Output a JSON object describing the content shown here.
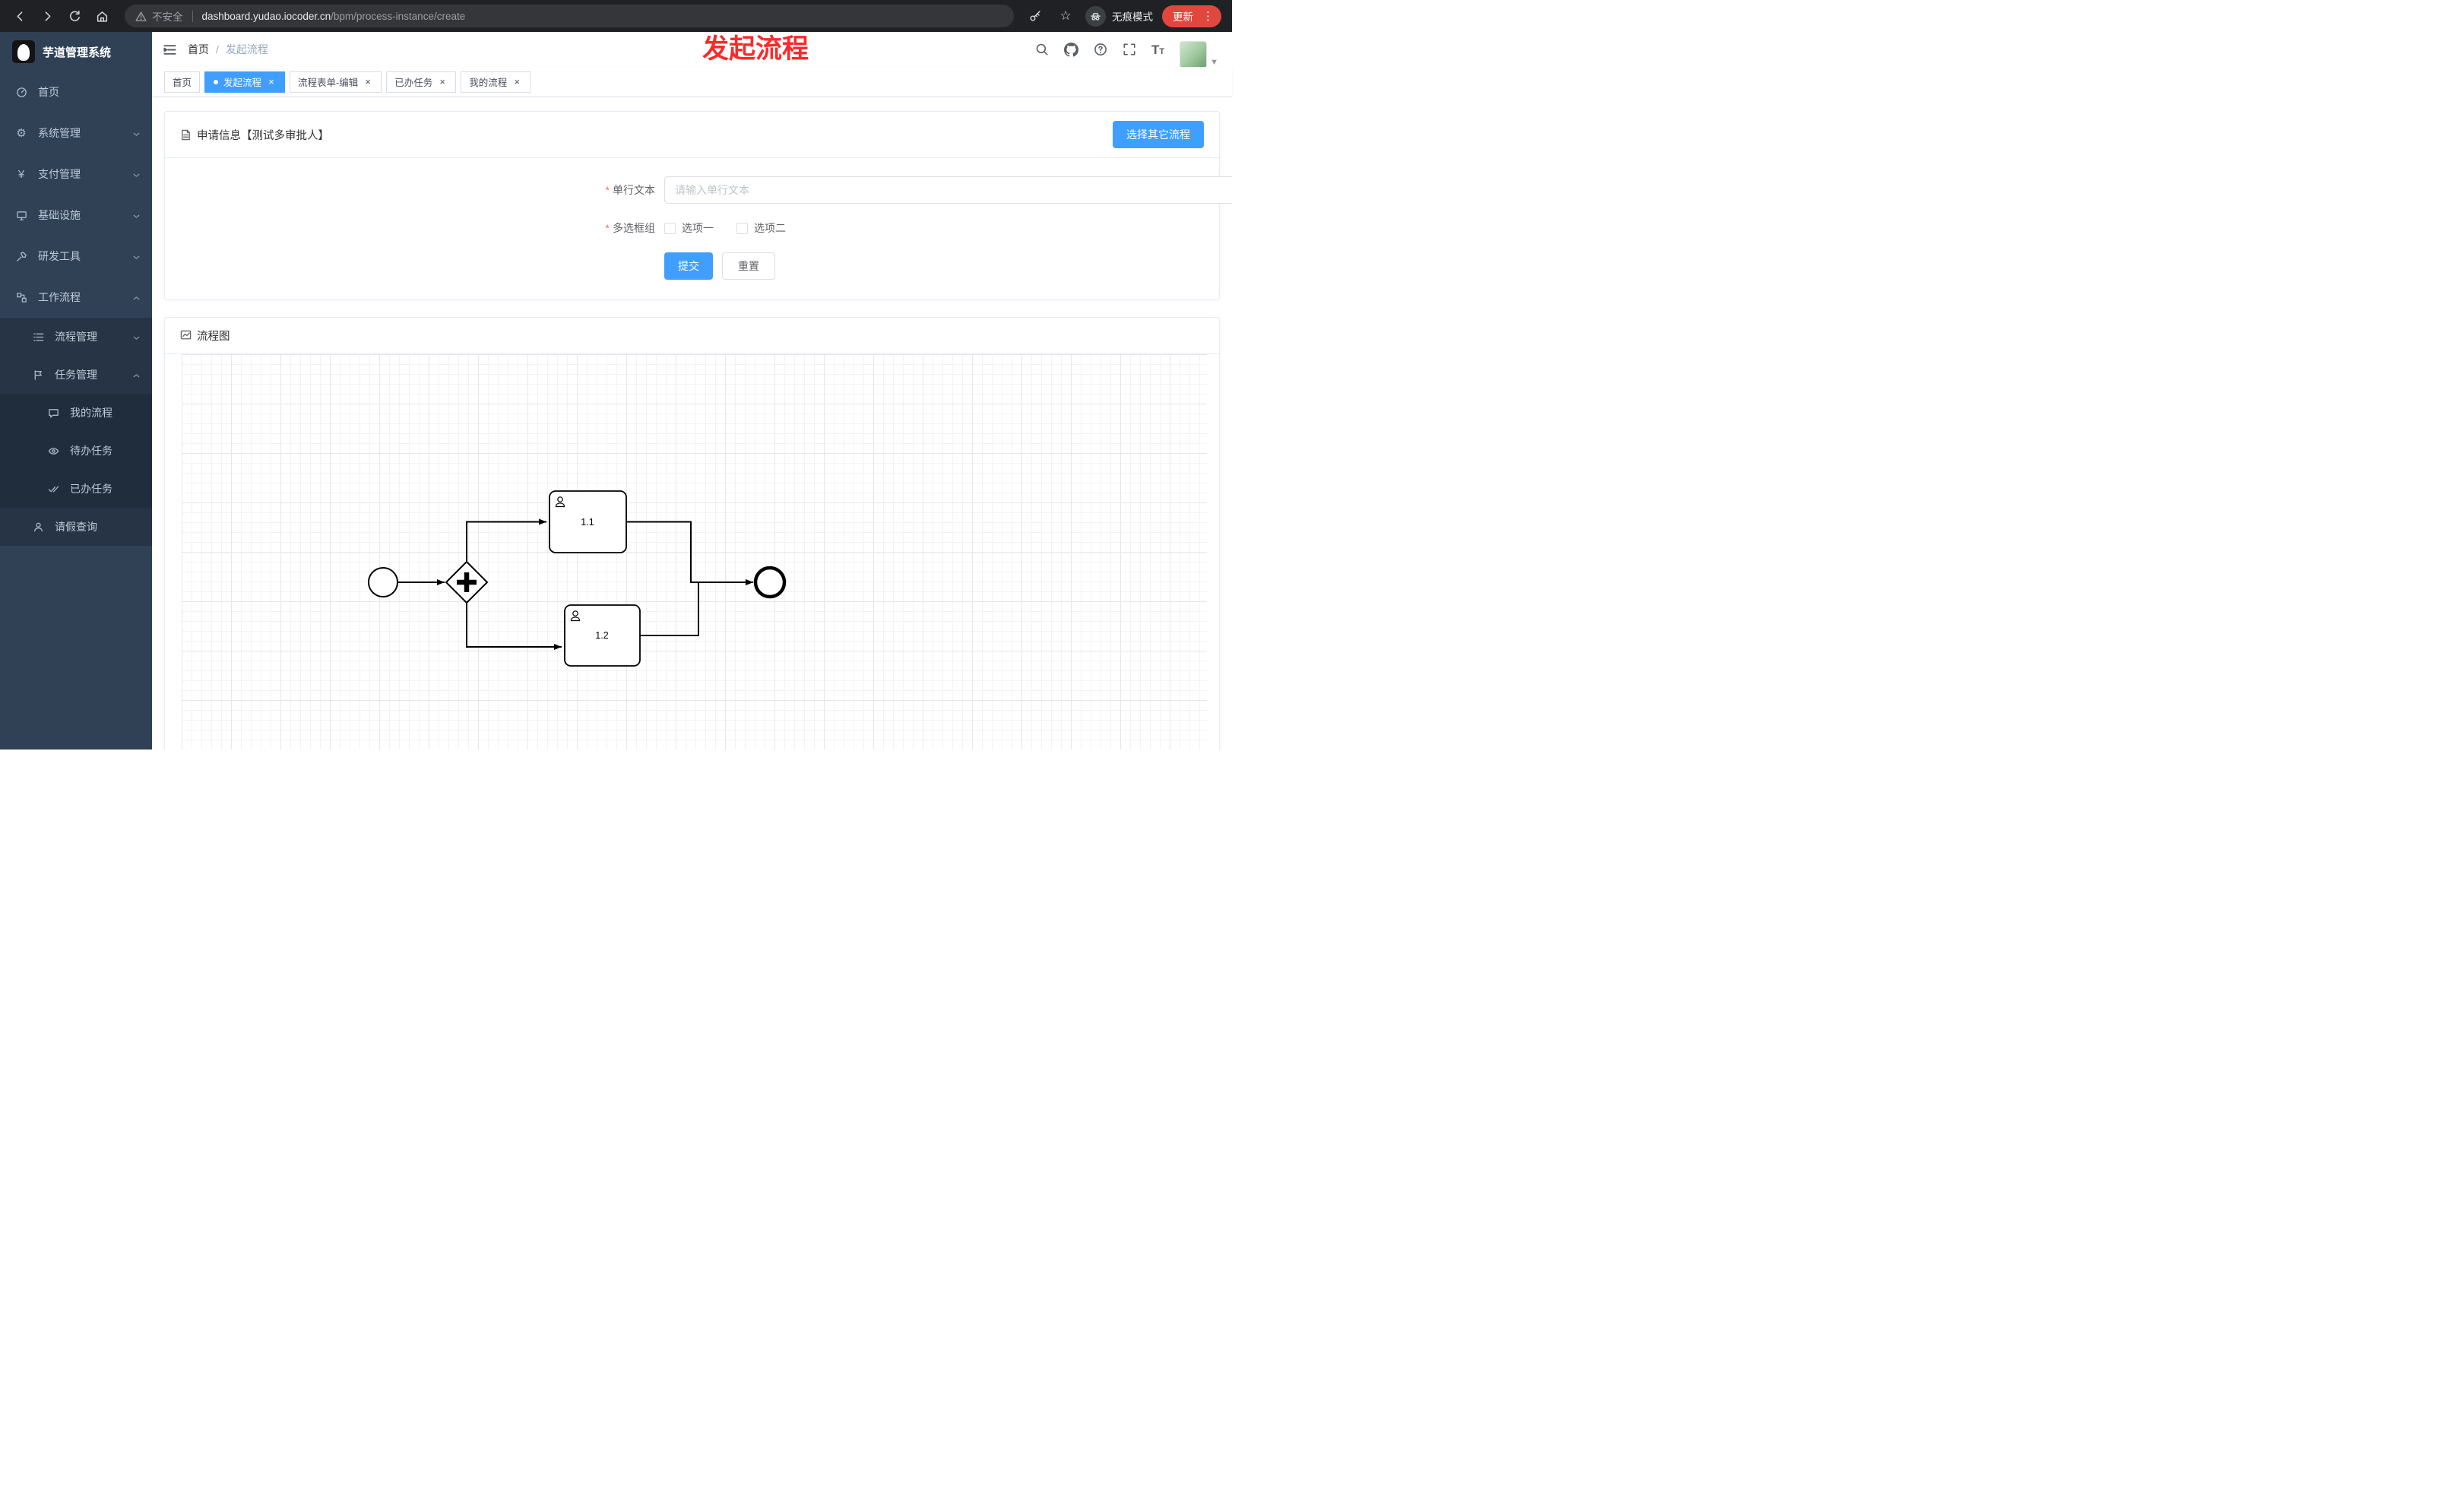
{
  "browser": {
    "security_label": "不安全",
    "url_domain": "dashboard.yudao.iocoder.cn",
    "url_path": "/bpm/process-instance/create",
    "incognito_label": "无痕模式",
    "update_label": "更新"
  },
  "icons": {
    "tab_close": "×",
    "star": "☆",
    "gear": "⚙",
    "yen": "¥",
    "menu_dots": "⋮",
    "avatar_caret": "▼"
  },
  "sidebar": {
    "title": "芋道管理系统",
    "items": [
      {
        "label": "首页"
      },
      {
        "label": "系统管理"
      },
      {
        "label": "支付管理"
      },
      {
        "label": "基础设施"
      },
      {
        "label": "研发工具"
      },
      {
        "label": "工作流程"
      },
      {
        "label": "流程管理"
      },
      {
        "label": "任务管理"
      },
      {
        "label": "我的流程"
      },
      {
        "label": "待办任务"
      },
      {
        "label": "已办任务"
      },
      {
        "label": "请假查询"
      }
    ]
  },
  "header": {
    "breadcrumb_home": "首页",
    "breadcrumb_separator": "/",
    "breadcrumb_current": "发起流程",
    "annotation": "发起流程"
  },
  "tabs": [
    {
      "label": "首页"
    },
    {
      "label": "发起流程"
    },
    {
      "label": "流程表单-编辑"
    },
    {
      "label": "已办任务"
    },
    {
      "label": "我的流程"
    }
  ],
  "form_card": {
    "title": "申请信息【测试多审批人】",
    "choose_other_button": "选择其它流程",
    "single_line_label": "单行文本",
    "single_line_placeholder": "请输入单行文本",
    "checkbox_group_label": "多选框组",
    "options": [
      {
        "label": "选项一"
      },
      {
        "label": "选项二"
      }
    ],
    "submit_button": "提交",
    "reset_button": "重置"
  },
  "diagram_card": {
    "title": "流程图",
    "tasks": [
      {
        "label": "1.1"
      },
      {
        "label": "1.2"
      }
    ]
  },
  "colors": {
    "accent": "#409eff",
    "required_red": "#f56c6c",
    "annotation_red": "#fb2a2a",
    "update_button_red": "#e0483e",
    "sidebar_bg": "#304156"
  }
}
